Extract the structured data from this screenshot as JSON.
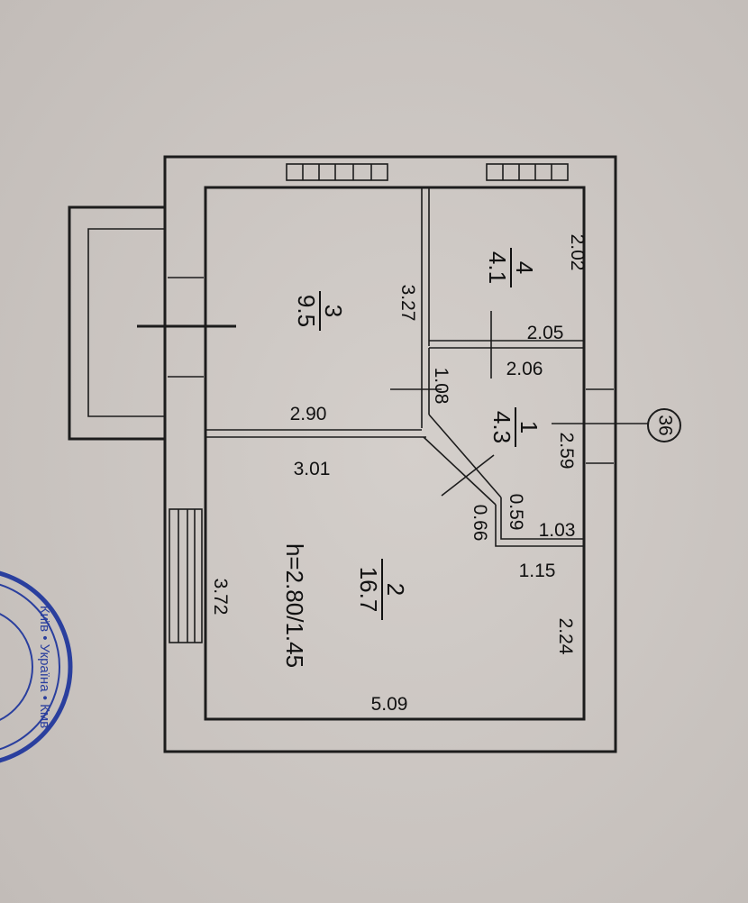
{
  "rooms": [
    {
      "number": "1",
      "area": "4.3"
    },
    {
      "number": "2",
      "area": "16.7"
    },
    {
      "number": "3",
      "area": "9.5"
    },
    {
      "number": "4",
      "area": "4.1"
    }
  ],
  "height_label": "h=2.80/1.45",
  "marker": "36",
  "dimensions": {
    "d_2_02": "2.02",
    "d_3_27": "3.27",
    "d_2_05": "2.05",
    "d_2_06": "2.06",
    "d_1_08": "1.08",
    "d_2_90": "2.90",
    "d_3_01": "3.01",
    "d_2_59": "2.59",
    "d_0_59": "0.59",
    "d_0_66": "0.66",
    "d_1_03": "1.03",
    "d_1_15": "1.15",
    "d_3_72": "3.72",
    "d_2_24": "2.24",
    "d_5_09": "5.09"
  },
  "stamp": {
    "text": "Київ • Україна • Кмв"
  },
  "colors": {
    "paper": "#cfcac6",
    "ink": "#1c1c1c",
    "stamp": "#2a3f9e"
  }
}
